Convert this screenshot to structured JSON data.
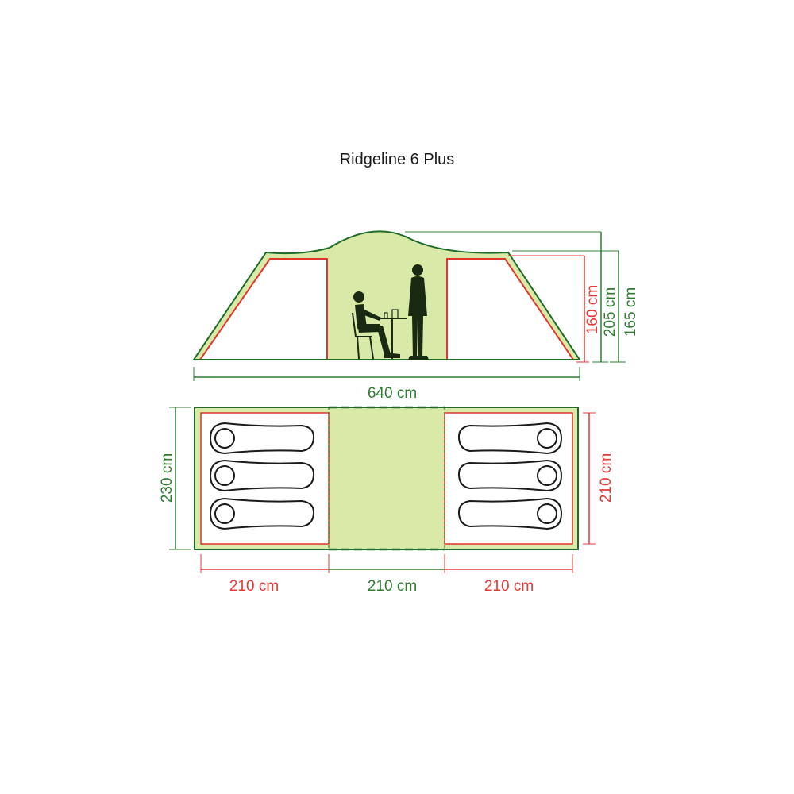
{
  "title": "Ridgeline 6 Plus",
  "colors": {
    "outline_green": "#1f6b2a",
    "fill_green": "#d9eaa8",
    "inner_red": "#e0352b",
    "figure_dark": "#1a2a12",
    "dim_green": "#2e7d32",
    "dim_red": "#e53935",
    "title_text": "#1a1a1a"
  },
  "side_view": {
    "height_inner": "160 cm",
    "height_total": "205 cm",
    "height_eave": "165 cm",
    "length": "640 cm"
  },
  "floor_plan": {
    "width": "230 cm",
    "bedroom_depth": "210 cm",
    "left_room": "210 cm",
    "living_area": "210 cm",
    "right_room": "210 cm"
  },
  "icons": {
    "seated_person": "seated-person-icon",
    "standing_person": "standing-person-icon",
    "sleeping_bag": "sleeping-bag-icon"
  }
}
